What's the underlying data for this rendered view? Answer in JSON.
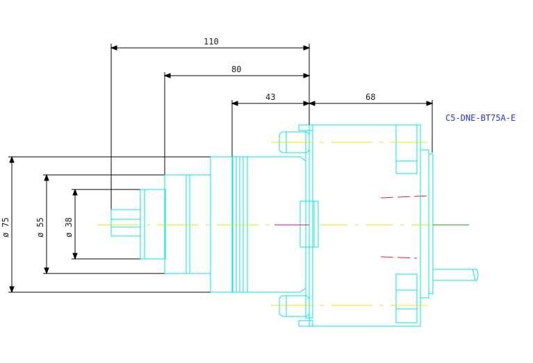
{
  "drawing": {
    "model_label": "C5-DNE-BT75A-E",
    "dimensions": {
      "total_length": "110",
      "mid_length": "80",
      "front_length": "43",
      "body_length": "68",
      "dia_outer": "ø 75",
      "dia_mid": "ø 55",
      "dia_inner": "ø 38"
    },
    "colors": {
      "outline": "#00e5ee",
      "dimension": "#000000",
      "centerline": "#e8e800",
      "hidden": "#ee2222",
      "axis_magenta": "#cc00cc",
      "axis_green": "#00aa00",
      "model_text": "#2233ff"
    }
  }
}
